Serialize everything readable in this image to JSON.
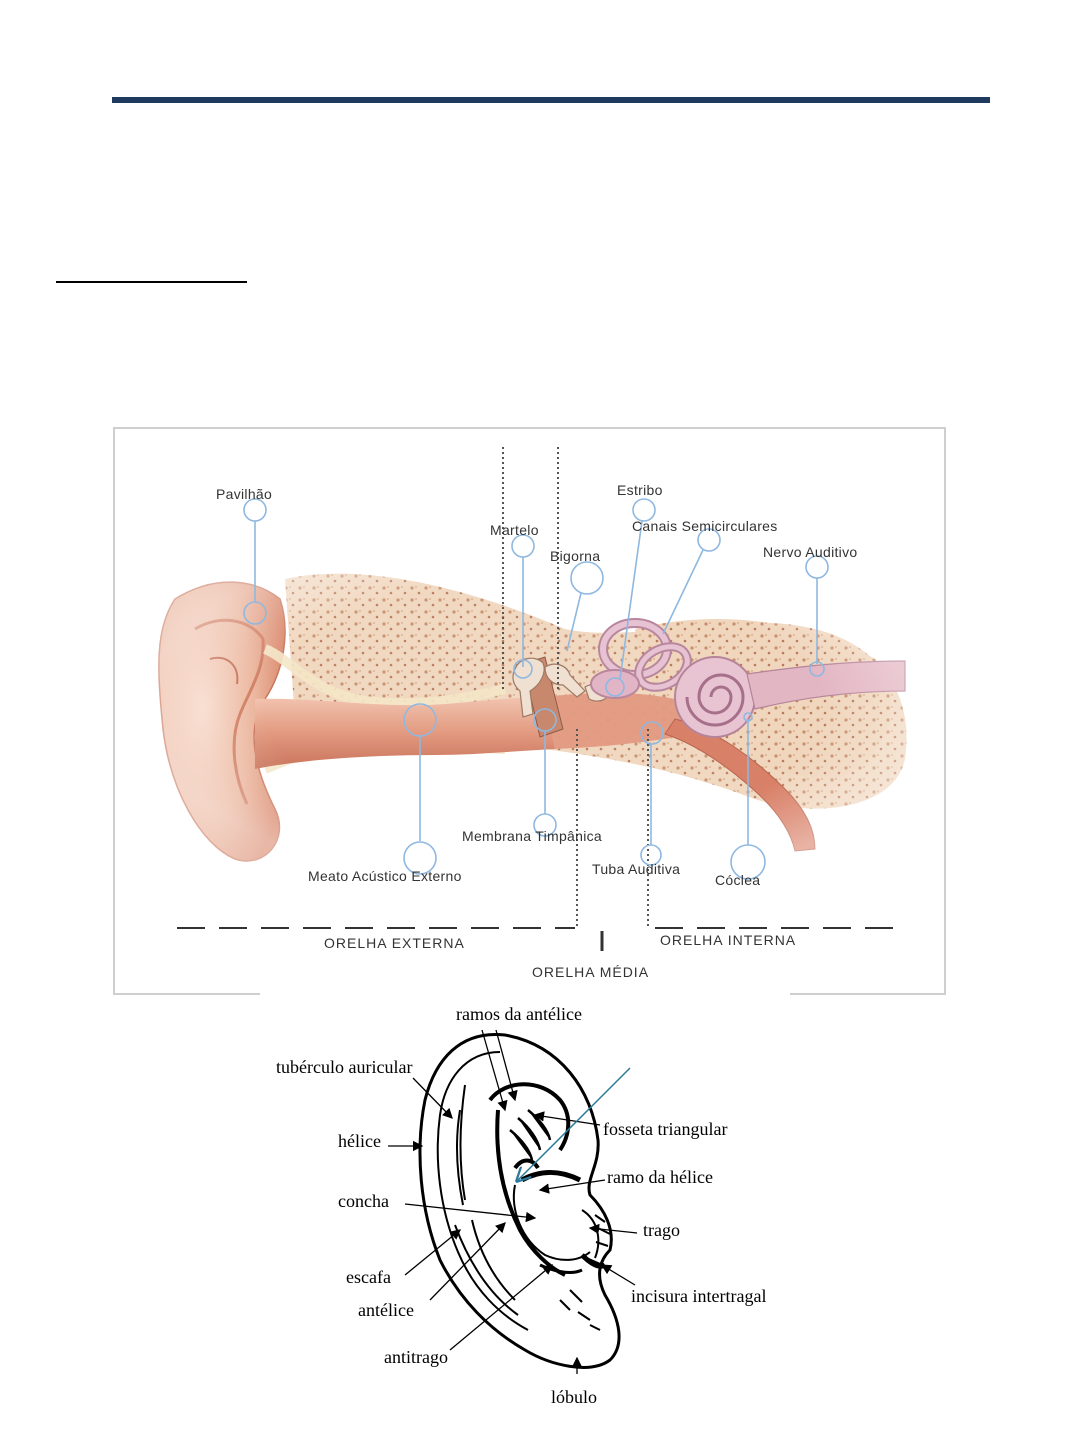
{
  "figure1": {
    "labels": {
      "pavilhao": "Pavilhão",
      "estribo": "Estribo",
      "martelo": "Martelo",
      "canais": "Canais Semicirculares",
      "bigorna": "Bigorna",
      "nervo": "Nervo Auditivo",
      "membrana": "Membrana Timpânica",
      "meato": "Meato Acústico Externo",
      "tuba": "Tuba Auditiva",
      "coclea": "Cóclea"
    },
    "zones": {
      "externa": "ORELHA EXTERNA",
      "interna": "ORELHA INTERNA",
      "media": "ORELHA MÉDIA"
    }
  },
  "figure2": {
    "labels": {
      "ramos_antelice": "ramos da antélice",
      "tuberculo": "tubérculo auricular",
      "fosseta": "fosseta triangular",
      "helice": "hélice",
      "ramo_helice": "ramo da hélice",
      "concha": "concha",
      "trago": "trago",
      "escafa": "escafa",
      "incisura": "incisura intertragal",
      "antelice": "antélice",
      "antitrago": "antitrago",
      "lobulo": "lóbulo"
    }
  },
  "colors": {
    "rule": "#1f3a5f",
    "leader": "#8fb8e0",
    "arrow": "#2b7a9a"
  }
}
